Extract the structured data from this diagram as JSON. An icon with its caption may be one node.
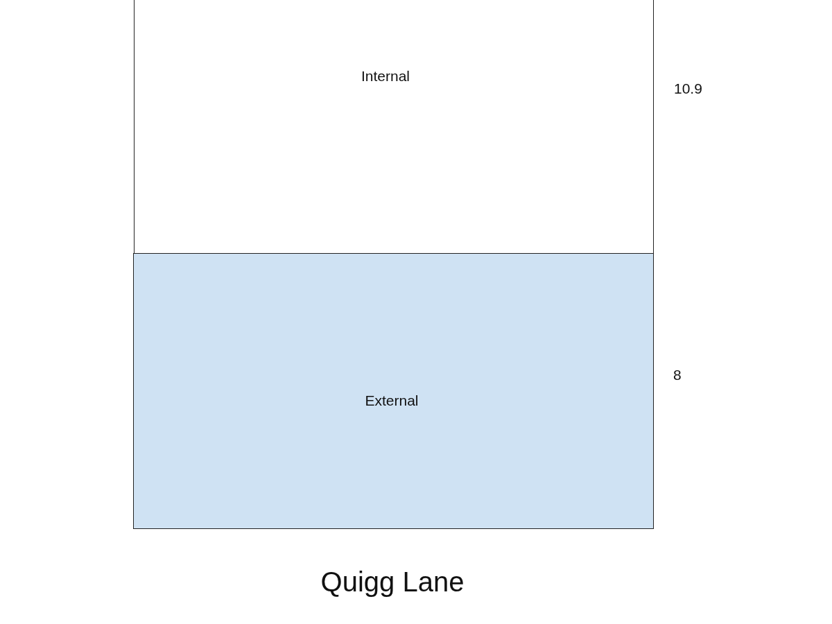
{
  "diagram": {
    "nodes": [
      {
        "text": [
          "Internal"
        ]
      },
      {
        "text": [
          "External"
        ]
      }
    ],
    "labels": [
      "10.9",
      "8",
      "Quigg Lane"
    ]
  }
}
